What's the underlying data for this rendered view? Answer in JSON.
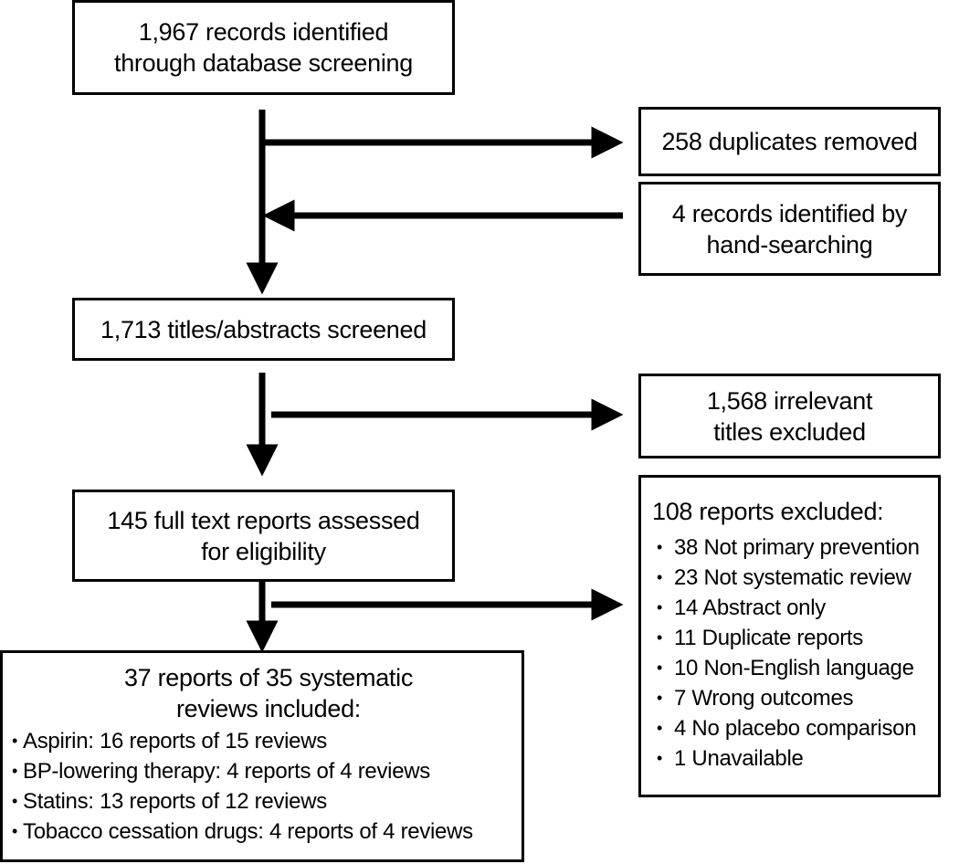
{
  "boxes": {
    "identified": {
      "line1": "1,967 records identified",
      "line2": "through database screening"
    },
    "duplicates": {
      "text": "258 duplicates removed"
    },
    "hand_search": {
      "line1": "4 records identified by",
      "line2": "hand-searching"
    },
    "screened": {
      "text": "1,713 titles/abstracts screened"
    },
    "irrelevant": {
      "line1": "1,568 irrelevant",
      "line2": "titles excluded"
    },
    "full_text": {
      "line1": "145 full text reports assessed",
      "line2": "for eligibility"
    },
    "excluded": {
      "heading": "108 reports excluded:",
      "items": [
        "38 Not primary prevention",
        "23 Not systematic review",
        "14 Abstract only",
        "11 Duplicate reports",
        "10 Non-English language",
        "7 Wrong outcomes",
        "4 No placebo comparison",
        "1 Unavailable"
      ]
    },
    "included": {
      "line1": "37 reports of 35 systematic",
      "line2": "reviews included:",
      "items": [
        "Aspirin: 16 reports of 15 reviews",
        "BP-lowering therapy: 4 reports of 4 reviews",
        "Statins: 13 reports of 12 reviews",
        "Tobacco cessation drugs: 4 reports of 4 reviews"
      ]
    }
  }
}
